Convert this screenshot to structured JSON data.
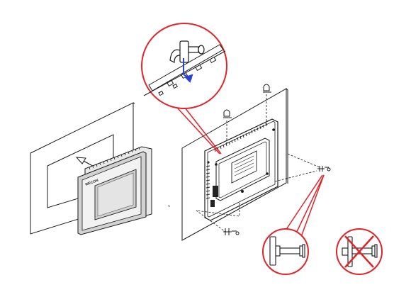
{
  "diagram": {
    "device_brand_text": "WECON",
    "colors": {
      "line": "#1a1a1a",
      "callout_red": "#e0242b",
      "arrow_blue": "#2a43d6",
      "screen_gray": "#c8c8c8",
      "panel_white": "#ffffff"
    },
    "icons": [
      "panel-cutout",
      "hmi-device",
      "insert-arrow",
      "mounting-clip",
      "zoom-callout",
      "correct-clip-orientation",
      "wrong-clip-orientation"
    ]
  }
}
